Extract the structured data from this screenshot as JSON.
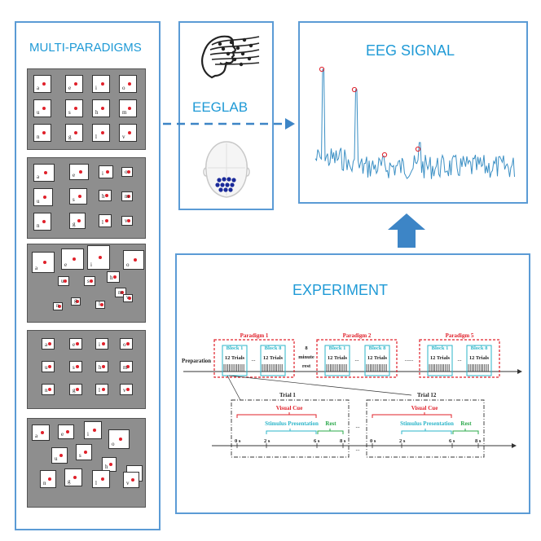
{
  "panels": {
    "multi_paradigms": {
      "title": "MULTI-PARADIGMS"
    },
    "eeglab": {
      "title": "EEGLAB"
    },
    "eeg_signal": {
      "title": "EEG SIGNAL"
    },
    "experiment": {
      "title": "EXPERIMENT"
    }
  },
  "paradigm_grids": [
    {
      "letters": [
        "a",
        "e",
        "i",
        "o",
        "u",
        "s",
        "h",
        "m",
        "n",
        "g",
        "l",
        "v"
      ]
    },
    {
      "letters": [
        "a",
        "e",
        "i",
        "o",
        "u",
        "s",
        "h",
        "m",
        "n",
        "g",
        "l",
        "v"
      ]
    },
    {
      "letters": [
        "a",
        "e",
        "i",
        "o",
        "u",
        "s",
        "h",
        "m",
        "n",
        "g",
        "l",
        "v"
      ]
    },
    {
      "letters": [
        "a",
        "e",
        "i",
        "o",
        "u",
        "s",
        "h",
        "m",
        "n",
        "g",
        "l",
        "v"
      ]
    },
    {
      "letters": [
        "a",
        "e",
        "i",
        "o",
        "u",
        "s",
        "h",
        "m",
        "n",
        "g",
        "l",
        "v"
      ]
    }
  ],
  "timeline": {
    "preparation": "Preparation",
    "paradigms": [
      "Paradigm 1",
      "Paradigm 2",
      "Paradigm 5"
    ],
    "block_first": "Block 1",
    "block_last": "Block 8",
    "trials": "12 Trials",
    "ellipsis": "...",
    "long_ellipsis": "......",
    "rest_lines": [
      "8",
      "minute",
      "rest"
    ],
    "trial_first": "Trial 1",
    "trial_last": "Trial 12",
    "visual_cue": "Visual Cue",
    "stimulus": "Stimulus Presentation",
    "rest": "Rest",
    "ticks": [
      "0 s",
      "2 s",
      "6 s",
      "8 s"
    ]
  },
  "colors": {
    "accent": "#1f9ad6",
    "border": "#5b9bd5",
    "red": "#e0202a",
    "teal": "#2bb5c9",
    "green": "#2aa84a",
    "signal": "#3a8fc4"
  }
}
